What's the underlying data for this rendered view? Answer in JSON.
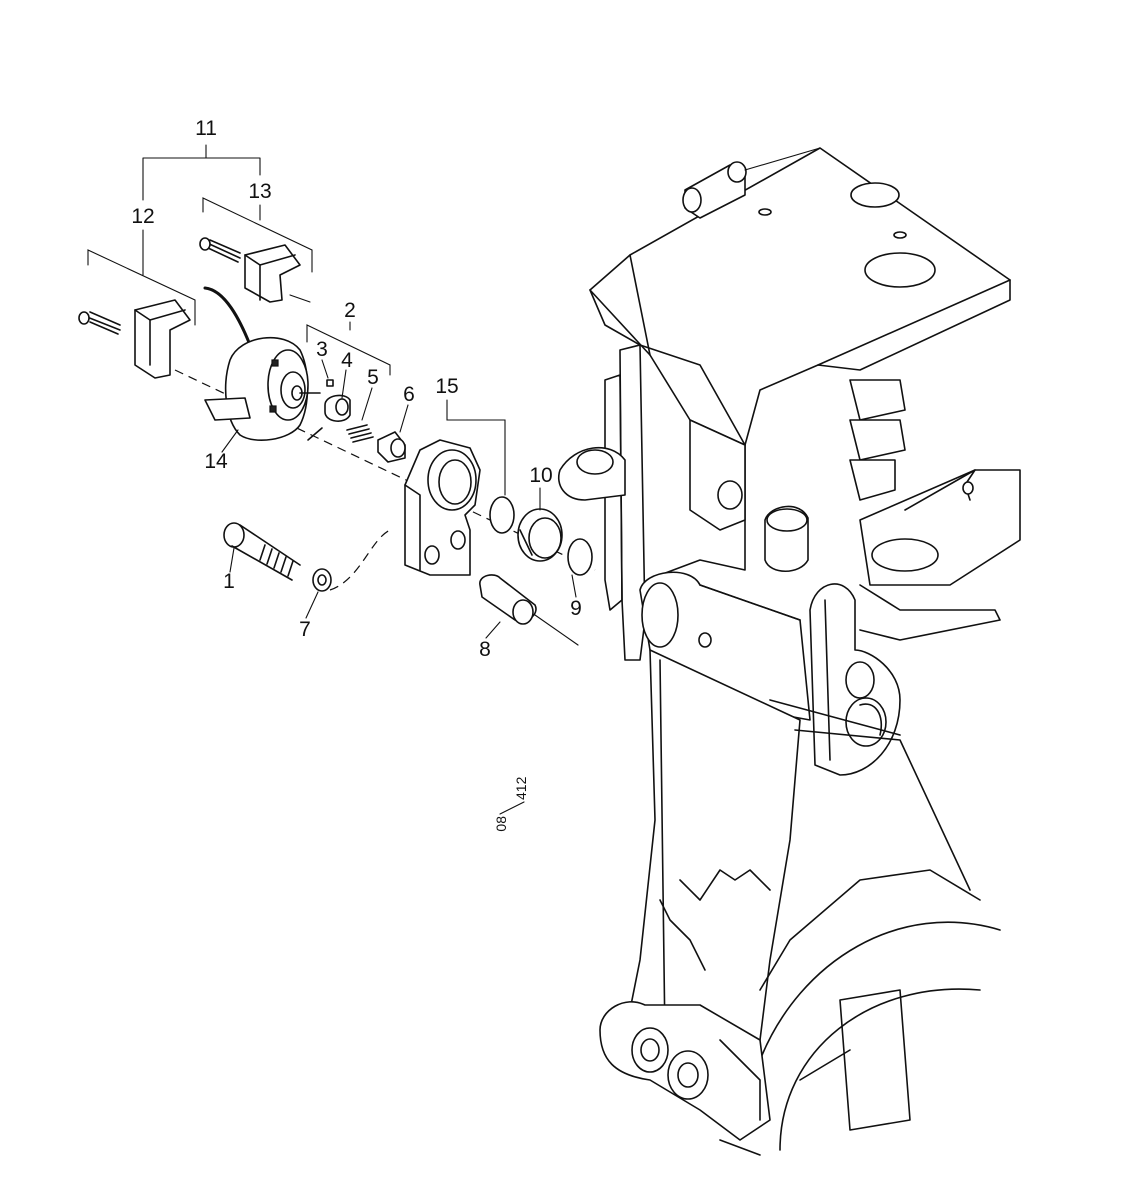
{
  "callouts": {
    "c1": "1",
    "c2": "2",
    "c3": "3",
    "c4": "4",
    "c5": "5",
    "c6": "6",
    "c7": "7",
    "c8": "8",
    "c9": "9",
    "c10": "10",
    "c11": "11",
    "c12": "12",
    "c13": "13",
    "c14": "14",
    "c15": "15"
  },
  "reference": {
    "top": "08",
    "bottom": "412"
  },
  "colors": {
    "line": "#111111",
    "background": "#ffffff"
  }
}
